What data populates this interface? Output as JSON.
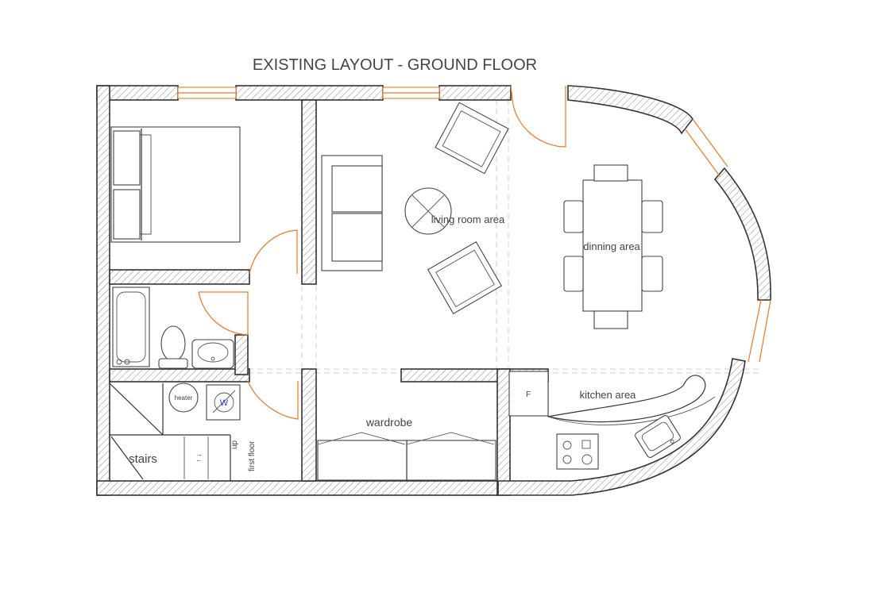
{
  "title": "EXISTING LAYOUT -  GROUND FLOOR",
  "rooms": {
    "living": "living room area",
    "dining": "dinning area",
    "kitchen": "kitchen area",
    "wardrobe": "wardrobe",
    "stairs": "stairs"
  },
  "fixtures": {
    "heater": "heater",
    "washer": "W",
    "fridge": "F",
    "stair_up": "up",
    "stair_up_dest": "first floor"
  },
  "colors": {
    "wall_outline": "#333333",
    "door_window": "#f07820",
    "washer_label": "#2b3bd6",
    "text": "#444444"
  }
}
